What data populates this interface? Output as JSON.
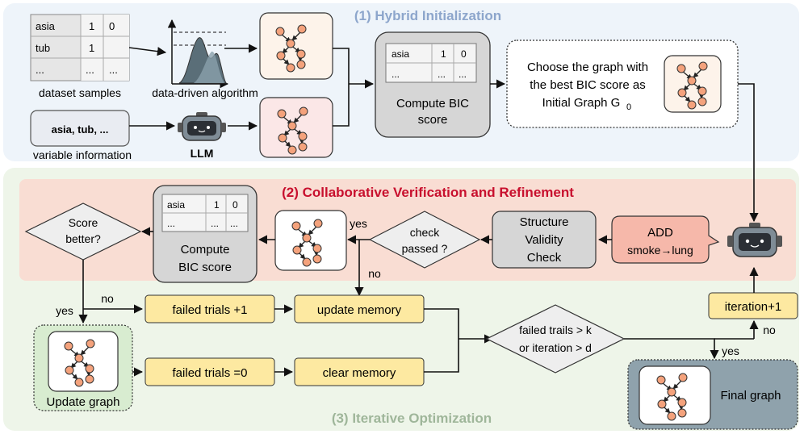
{
  "sections": {
    "s1_title": "(1) Hybrid Initialization",
    "s2_title": "(2) Collaborative Verification and Refinement",
    "s3_title": "(3) Iterative Optimization"
  },
  "colors": {
    "s1_bg": "#eef4fa",
    "s2_bg": "#f9ddd3",
    "s3_bg": "#eef5e9",
    "s1_title": "#8da6cc",
    "s2_title": "#c8102e",
    "s3_title": "#9fb69a",
    "yellow_box": "#fde9a1",
    "green_box": "#d8ecd0",
    "node": "#f4a27c",
    "gray_box": "#d6d6d6",
    "dark_box": "#8fa2ac"
  },
  "init": {
    "table1": {
      "rows": [
        [
          "asia",
          "1",
          "0"
        ],
        [
          "tub",
          "1",
          ""
        ],
        [
          "...",
          "...",
          "..."
        ]
      ]
    },
    "dataset_label": "dataset samples",
    "algo_label": "data-driven algorithm",
    "variables_text": "asia, tub, ...",
    "variables_label": "variable information",
    "llm_label": "LLM",
    "bic_table": {
      "rows": [
        [
          "asia",
          "1",
          "0"
        ],
        [
          "...",
          "...",
          "..."
        ]
      ]
    },
    "compute_bic_line1": "Compute BIC",
    "compute_bic_line2": "score",
    "choose_line1": "Choose the graph with",
    "choose_line2": "the best BIC score as",
    "choose_line3": "Initial Graph G",
    "choose_sub": "0"
  },
  "verify": {
    "add_line1": "ADD",
    "add_line2": "smoke→lung",
    "structure_line1": "Structure",
    "structure_line2": "Validity",
    "structure_line3": "Check",
    "check_line1": "check",
    "check_line2": "passed ?",
    "yes_label": "yes",
    "no_label": "no",
    "bic_table": {
      "rows": [
        [
          "asia",
          "1",
          "0"
        ],
        [
          "...",
          "...",
          "..."
        ]
      ]
    },
    "compute_line1": "Compute",
    "compute_line2": "BIC score",
    "score_line1": "Score",
    "score_line2": "better?"
  },
  "optimize": {
    "no_label": "no",
    "yes_label": "yes",
    "failed_plus": "failed trials +1",
    "update_memory": "update memory",
    "failed_zero": "failed trials =0",
    "clear_memory": "clear memory",
    "update_graph": "Update graph",
    "term_line1": "failed trails > k",
    "term_line2": "or iteration > d",
    "term_no": "no",
    "term_yes": "yes",
    "iteration": "iteration+1",
    "final_graph": "Final graph"
  }
}
